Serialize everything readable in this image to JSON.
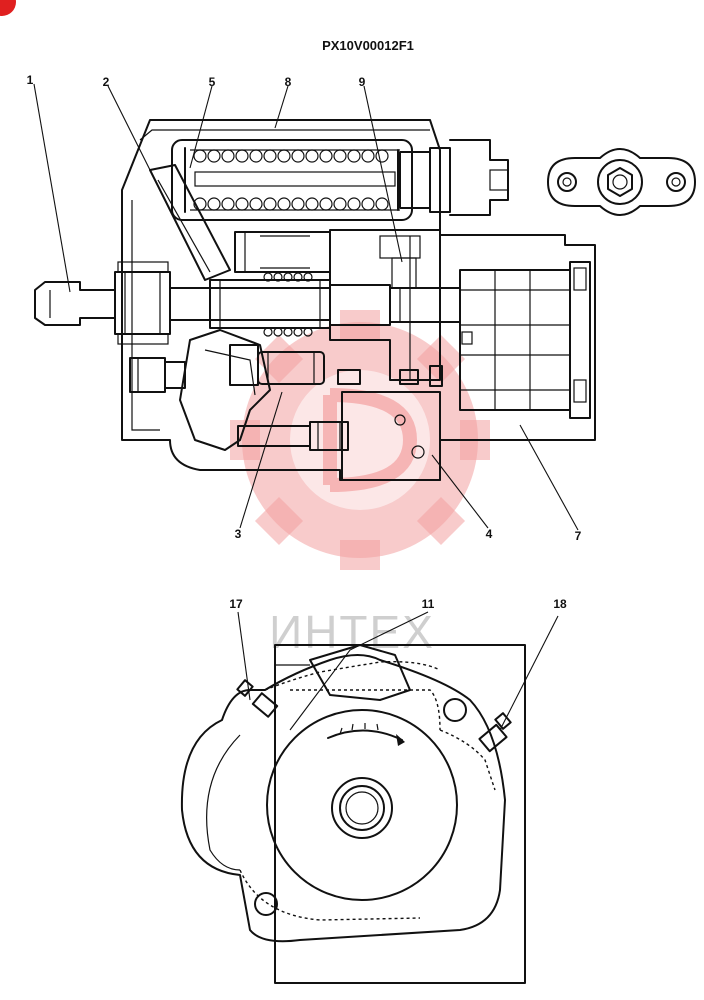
{
  "drawing_code": "PX10V00012F1",
  "watermark": {
    "text": "ИНТЕХ",
    "color": "#f3a0a0"
  },
  "corner_badge_color": "#e02020",
  "upper_view": {
    "callouts": [
      "1",
      "2",
      "5",
      "8",
      "9",
      "3",
      "4",
      "7"
    ]
  },
  "lower_view": {
    "callouts": [
      "17",
      "11",
      "18"
    ]
  }
}
